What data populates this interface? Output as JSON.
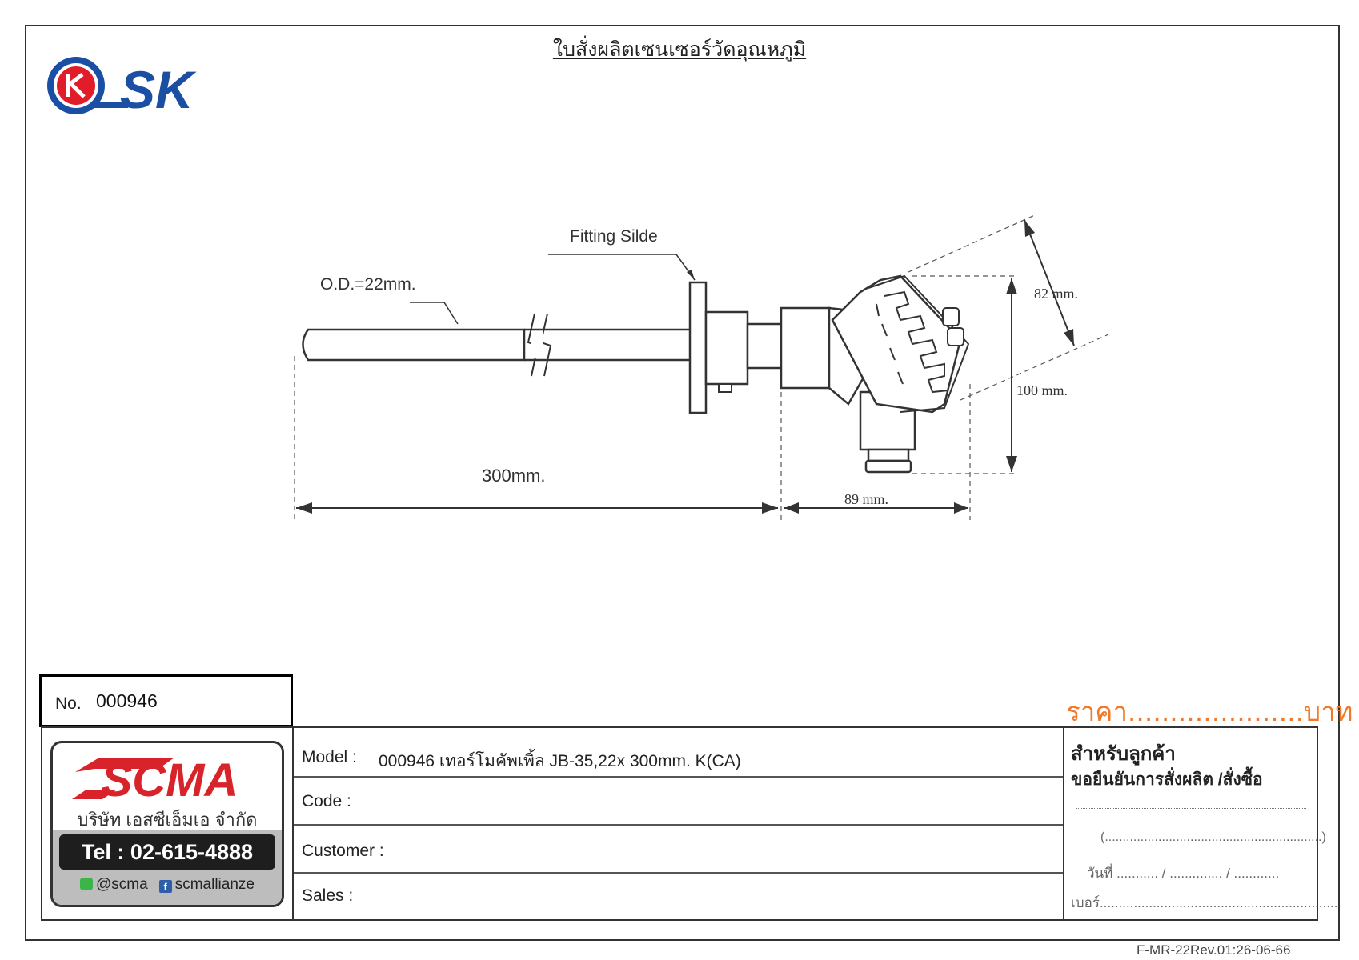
{
  "document": {
    "title": "ใบสั่งผลิตเซนเซอร์วัดอุณหภูมิ",
    "footer_code": "F-MR-22Rev.01:26-06-66"
  },
  "header_logo": {
    "brand": "SK",
    "brand_color": "#1a4fa3",
    "accent_color": "#e11d2a"
  },
  "drawing": {
    "fitting_label": "Fitting Silde",
    "od_label": "O.D.=22mm.",
    "length_label": "300mm.",
    "head_width_label": "89 mm.",
    "head_height_label": "100 mm.",
    "head_diag_label": "82 mm."
  },
  "order": {
    "no_label": "No.",
    "no_value": "000946",
    "price_text": "ราคา.....................บาท",
    "model_label": "Model :",
    "model_value": "000946  เทอร์โมคัพเพิ้ล JB-35,22x 300mm. K(CA)",
    "code_label": "Code :",
    "customer_label": "Customer :",
    "sales_label": "Sales :"
  },
  "customer_box": {
    "title": "สำหรับลูกค้า",
    "subtitle": "ขอยืนยันการสั่งผลิต /สั่งซื้อ",
    "sign_paren": "(.............................................................)",
    "date_line": "วันที่ ........... / .............. / ............",
    "phone_line": "เบอร์..............................................................."
  },
  "company_card": {
    "logo_text": "SCMA",
    "logo_color": "#d8232a",
    "company_name": "บริษัท เอสซีเอ็มเอ จำกัด",
    "tel": "Tel : 02-615-4888",
    "line_id": "@scma",
    "facebook": "scmallianze"
  }
}
